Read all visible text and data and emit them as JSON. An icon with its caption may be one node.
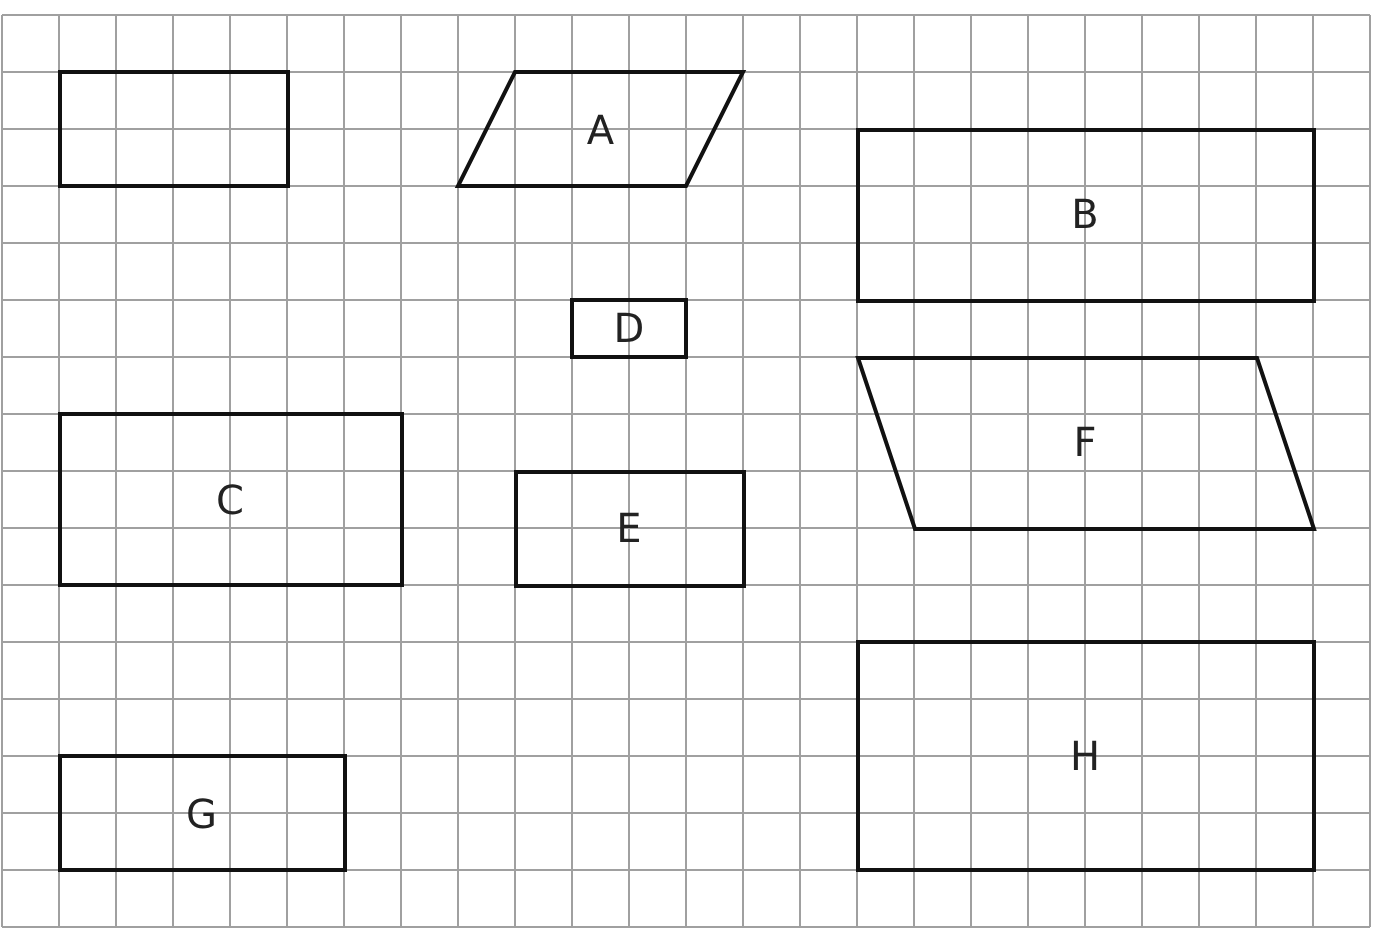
{
  "diagram": {
    "nodes": [
      {
        "text": [],
        "shape": "box"
      },
      {
        "text": [
          "A"
        ]
      },
      {
        "text": [
          "B"
        ]
      },
      {
        "text": [
          "D"
        ]
      },
      {
        "text": [
          "F"
        ]
      },
      {
        "text": [
          "C"
        ]
      },
      {
        "text": [
          "E"
        ]
      },
      {
        "text": [
          "H"
        ]
      },
      {
        "text": [
          "G"
        ]
      }
    ]
  }
}
